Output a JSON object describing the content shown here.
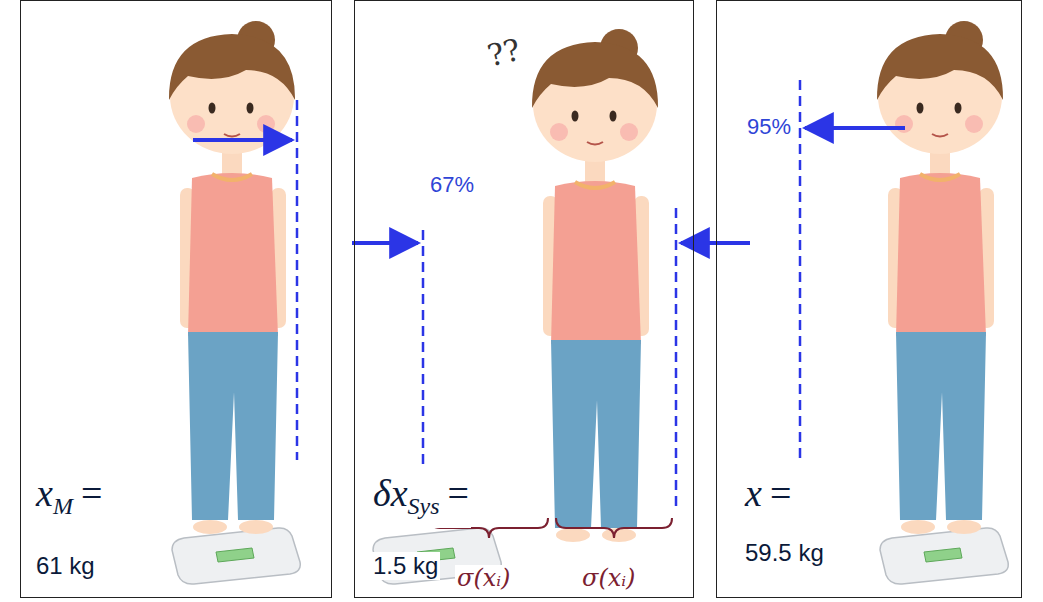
{
  "diagram": {
    "nodes": [
      {
        "text": [
          "x",
          "M",
          "=",
          "61 kg"
        ]
      },
      {
        "text": [
          "δx",
          "Sys",
          "=",
          "1.5 kg"
        ]
      },
      {
        "text": [
          "x",
          "=",
          "59.5 kg"
        ]
      }
    ],
    "labels": [
      "??",
      "67%",
      "95%",
      "σ(xᵢ)",
      "σ(xᵢ)"
    ]
  }
}
